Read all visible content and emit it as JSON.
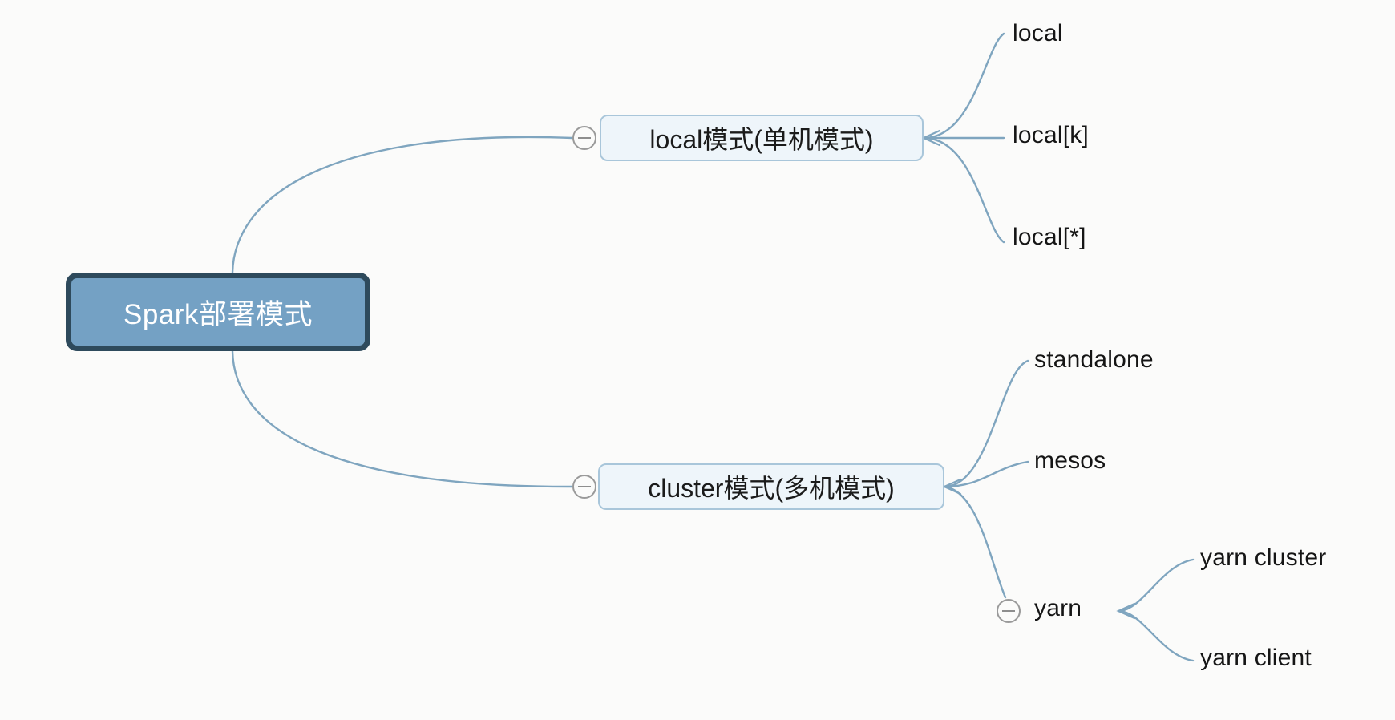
{
  "diagram": {
    "type": "mind-map",
    "background_color": "#fbfbfa",
    "root": {
      "label": "Spark部署模式",
      "fill_color": "#74a1c4",
      "border_color": "#2e4a5c",
      "text_color": "#ffffff"
    },
    "branches": [
      {
        "id": "local",
        "label": "local模式(单机模式)",
        "fill_color": "#eef5fa",
        "border_color": "#a9c6da",
        "collapse_icon": "minus-circle-icon",
        "children": [
          {
            "id": "local-plain",
            "label": "local"
          },
          {
            "id": "local-k",
            "label": "local[k]"
          },
          {
            "id": "local-star",
            "label": "local[*]"
          }
        ]
      },
      {
        "id": "cluster",
        "label": "cluster模式(多机模式)",
        "fill_color": "#eef5fa",
        "border_color": "#a9c6da",
        "collapse_icon": "minus-circle-icon",
        "children": [
          {
            "id": "standalone",
            "label": "standalone"
          },
          {
            "id": "mesos",
            "label": "mesos"
          },
          {
            "id": "yarn",
            "label": "yarn",
            "collapse_icon": "minus-circle-icon",
            "children": [
              {
                "id": "yarn-cluster",
                "label": "yarn cluster"
              },
              {
                "id": "yarn-client",
                "label": "yarn client"
              }
            ]
          }
        ]
      }
    ],
    "edge_color": "#7fa5bf"
  }
}
